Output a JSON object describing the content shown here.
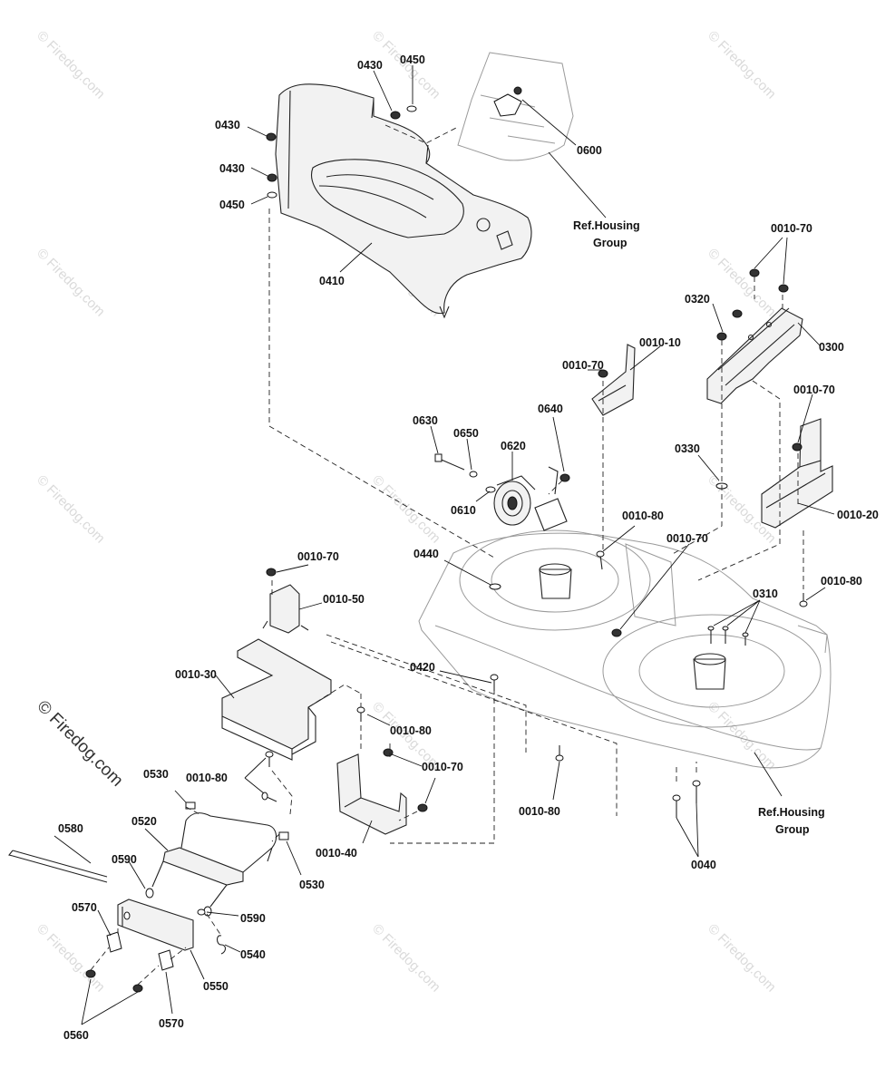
{
  "watermark": {
    "text": "© Firedog.com",
    "overlay_text": "© Firedog.com"
  },
  "labels": {
    "p0430a": "0430",
    "p0450a": "0450",
    "p0430b": "0430",
    "p0430c": "0430",
    "p0450b": "0450",
    "p0600": "0600",
    "ref_housing_top": "Ref.Housing",
    "ref_housing_top_2": "Group",
    "p0410": "0410",
    "p0010_70_a": "0010-70",
    "p0320": "0320",
    "p0300": "0300",
    "p0010_70_b": "0010-70",
    "p0010_10": "0010-10",
    "p0010_70_c": "0010-70",
    "p0630": "0630",
    "p0650": "0650",
    "p0620": "0620",
    "p0640": "0640",
    "p0330": "0330",
    "p0010_20": "0010-20",
    "p0610": "0610",
    "p0010_80_a": "0010-80",
    "p0010_70_d": "0010-70",
    "p0440": "0440",
    "p0010_80_b": "0010-80",
    "p0310": "0310",
    "p0010_70_e": "0010-70",
    "p0010_50": "0010-50",
    "p0010_30": "0010-30",
    "p0420": "0420",
    "p0010_80_c": "0010-80",
    "p0010_80_d": "0010-80",
    "p0010_70_f": "0010-70",
    "p0530a": "0530",
    "p0010_80_e": "0010-80",
    "ref_housing_bottom": "Ref.Housing",
    "ref_housing_bottom_2": "Group",
    "p0580": "0580",
    "p0520": "0520",
    "p0590a": "0590",
    "p0530b": "0530",
    "p0010_40": "0010-40",
    "p0040": "0040",
    "p0570a": "0570",
    "p0590b": "0590",
    "p0540": "0540",
    "p0550": "0550",
    "p0560": "0560",
    "p0570b": "0570"
  }
}
